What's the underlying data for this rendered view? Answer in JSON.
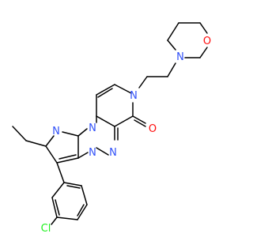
{
  "molecule": {
    "atoms": [
      {
        "id": "O_morph",
        "label": "O",
        "color": "#ff0d0d"
      },
      {
        "id": "N_morph",
        "label": "N",
        "color": "#3050f8"
      },
      {
        "id": "N_pyridone",
        "label": "N",
        "color": "#3050f8"
      },
      {
        "id": "O_carbonyl",
        "label": "O",
        "color": "#ff0d0d"
      },
      {
        "id": "N_pyrazole1",
        "label": "N",
        "color": "#3050f8"
      },
      {
        "id": "N_pyrazole2",
        "label": "N",
        "color": "#3050f8"
      },
      {
        "id": "N_triazine1",
        "label": "N",
        "color": "#3050f8"
      },
      {
        "id": "N_triazine2",
        "label": "N",
        "color": "#3050f8"
      },
      {
        "id": "Cl",
        "label": "Cl",
        "color": "#1ff01f"
      }
    ],
    "bond_color": "#000000"
  }
}
